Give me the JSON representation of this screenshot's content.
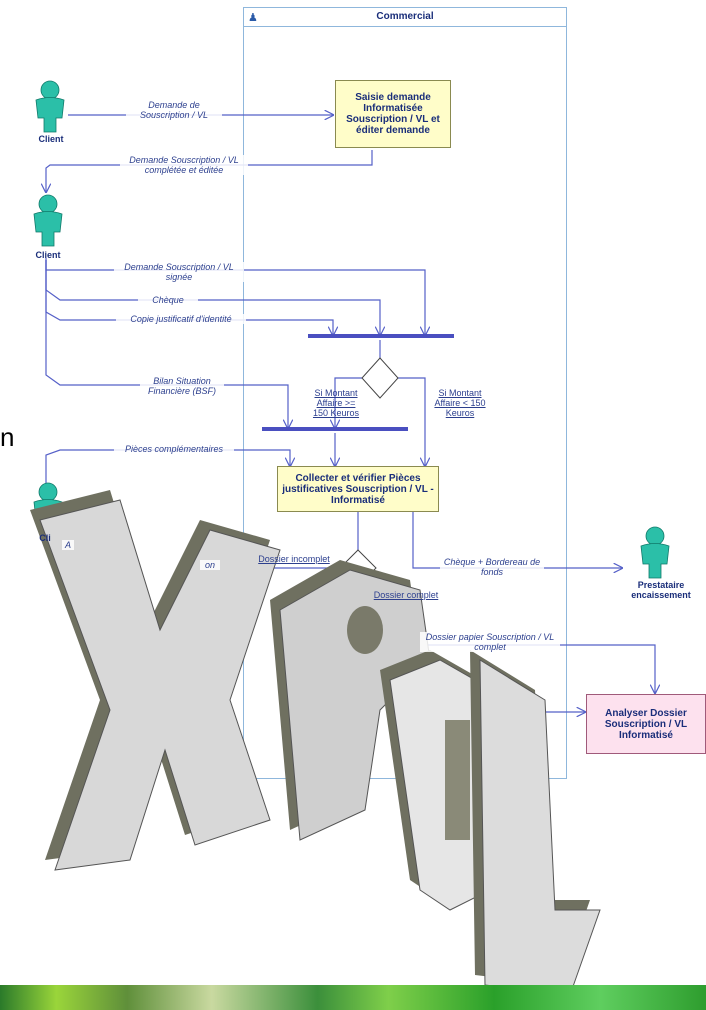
{
  "lane": {
    "title": "Commercial"
  },
  "actors": {
    "client1": "Client",
    "client2": "Client",
    "client3": "Cli",
    "prestataire": "Prestataire encaissement"
  },
  "activities": {
    "saisie": "Saisie demande Informatisée Souscription / VL et éditer demande",
    "collecter": "Collecter et vérifier Pièces justificatives Souscription / VL - Informatisé",
    "analyser": "Analyser Dossier Souscription / VL Informatisé"
  },
  "flows": {
    "demande": "Demande de Souscription / VL",
    "completee": "Demande Souscription / VL complétée et éditée",
    "signee": "Demande Souscription / VL signée",
    "cheque": "Chèque",
    "copie": "Copie justificatif d'identité",
    "bilan": "Bilan Situation Financière (BSF)",
    "pieces": "Pièces complémentaires",
    "cheque_bordereau": "Chèque + Bordereau de fonds",
    "dossier_papier": "Dossier papier Souscription / VL complet",
    "other_a": "A",
    "other_b": "on"
  },
  "conditions": {
    "si_sup": "Si Montant Affaire >= 150 Keuros",
    "si_inf": "Si Montant Affaire < 150 Keuros",
    "incomplet": "Dossier incomplet",
    "complet": "Dossier complet"
  },
  "wordart": {
    "text": "XPDL"
  },
  "side_text": "n",
  "colors": {
    "flow": "#5560c8",
    "lane_border": "#8fb7dc",
    "activity_yellow": "#fffdc9",
    "activity_pink": "#fde1ee",
    "actor": "#2bbfa8",
    "bar": "#4a4fc0"
  }
}
